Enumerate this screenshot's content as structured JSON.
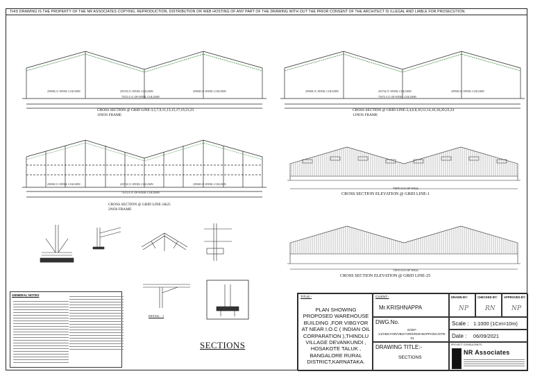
{
  "disclaimer": "THIS DRAWING IS THE PROPERTY OF THE NR ASSOCIATES COPYING, REPRODUCTION, DISTRIBUTION OR WEB HOSTING OF ANY PART OF THE DRAWING WITH OUT THE PRIOR CONSENT OF THE ARCHITECT IS ILLEGAL AND LIABLE FOR PROSECUTION.",
  "drawings": {
    "section_a": {
      "caption": "CROSS SECTION @ GRID LINE-3,5,7,9,11,13,15,17,19,21,23",
      "sub": "1INOS FRAME",
      "spans": [
        "25950C/C STEEL COLUMN",
        "25372C/C STEEL COLUMN",
        "25950C/C STEEL COLUMN"
      ],
      "overall": "75372 C/C OF STEEL COLUMN"
    },
    "section_b": {
      "caption": "CROSS SECTION @ GRID LINE-2,4,6,8,10,12,14,16,18,20,22,24",
      "sub": "12NOS FRAME",
      "spans": [
        "25950C/C STEEL COLUMN",
        "25372C/C STEEL COLUMN",
        "25950C/C STEEL COLUMN"
      ],
      "overall": "75372 C/C OF STEEL COLUMN"
    },
    "section_c": {
      "caption": "CROSS SECTION @ GRID LINE-1&25",
      "sub": "2NOS FRAME",
      "spans": [
        "25950C/C STEEL COLUMN",
        "25372C/C STEEL COLUMN",
        "25950C/C STEEL COLUMN"
      ],
      "overall": "75372 C/C OF STEEL COLUMN"
    },
    "elevation_1": {
      "caption": "CROSS SECTION ELEVATION @ GRID LINE-1",
      "dim": "75870 O/O OF WALL"
    },
    "elevation_25": {
      "caption": "CROSS SECTION ELEVATION @ GRID LINE-25",
      "dim": "75870 O/O OF WALL"
    },
    "details": {
      "detail_label": "DETAIL - 1"
    }
  },
  "sheet_title": "SECTIONS",
  "notes": {
    "heading": "GENERAL NOTES"
  },
  "title_block": {
    "title_label": "TITLE:-",
    "title_text": "PLAN SHOWING PROPOSED WAREHOUSE BUILDING ,FOR VIBGYOR AT NEAR I.O.C ( INDIAN OIL CORPARATION ),THINDLU VILLAGE DEVANKUNDI , HOSAKOTE TALUK , BANGALORE RURAL DISTRICT,KARNATAKA.",
    "client_label": "CLIENT:-",
    "client_name": "Mr.KRISHNAPPA",
    "dwg_label": "DWG.No.",
    "dwg_no": "E/397-21/VBGYOR/VBGYOR/KRISHNAPPA/DC/STR-01",
    "drawing_title_label": "DRAWING TITLE:-",
    "drawing_title": "SECTIONS",
    "drawn_by": "DRAWN BY:",
    "checked_by": "CHECKED BY:",
    "approved_by": "APPROVED BY:",
    "drawn_sig": "NP",
    "checked_sig": "RN",
    "approved_sig": "NP",
    "scale_label": "Scale :",
    "scale_value": "1:1000 (1Cm=10m)",
    "date_label": "Date :",
    "date_value": "06/09/2021",
    "consultant_label": "PROJECT CONSULTANTS:",
    "firm_name": "NR Associates"
  }
}
